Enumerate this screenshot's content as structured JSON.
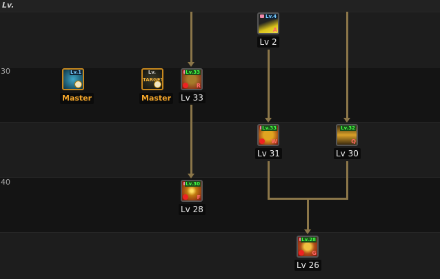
{
  "header": {
    "label": "Lv."
  },
  "level_markers": [
    "30",
    "40"
  ],
  "skills": [
    {
      "label": "Lv 2",
      "tag": "Lv.4",
      "key": "A"
    },
    {
      "label": "Master",
      "tag": "Lv.1"
    },
    {
      "label": "Master",
      "tag": "Lv.",
      "icon_text": "TARGET"
    },
    {
      "label": "Lv 33",
      "tag": "Lv.33",
      "key": "R"
    },
    {
      "label": "Lv 31",
      "tag": "Lv.33",
      "key": "W"
    },
    {
      "label": "Lv 30",
      "tag": "Lv.32",
      "key": "Q"
    },
    {
      "label": "Lv 28",
      "tag": "Lv.30",
      "key": "F"
    },
    {
      "label": "Lv 26",
      "tag": "Lv.28",
      "key": "G"
    }
  ],
  "colors": {
    "connector": "#8b7649",
    "master": "#f4a62a"
  }
}
